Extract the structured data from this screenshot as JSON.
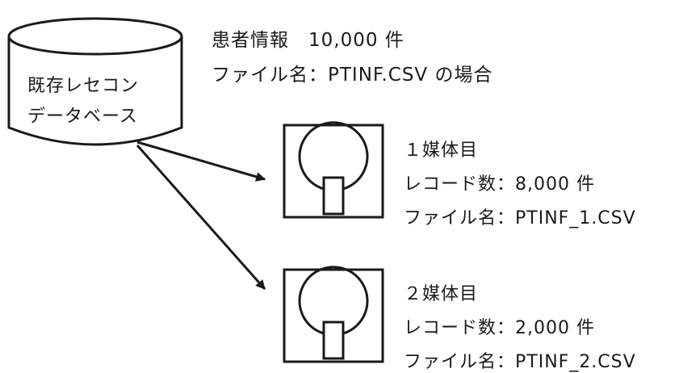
{
  "database": {
    "line1": "既存レセコン",
    "line2": "データベース"
  },
  "source_info": {
    "line1": "患者情報　10,000 件",
    "line2": "ファイル名：PTINF.CSV の場合"
  },
  "media": [
    {
      "title": "１媒体目",
      "records": "レコード数：8,000 件",
      "filename": "ファイル名：PTINF_1.CSV"
    },
    {
      "title": "２媒体目",
      "records": "レコード数：2,000 件",
      "filename": "ファイル名：PTINF_2.CSV"
    }
  ],
  "colors": {
    "line": "#1a1a1a",
    "background": "#ffffff"
  },
  "icons": {
    "database": "database-cylinder-icon",
    "media": "removable-disk-icon"
  }
}
